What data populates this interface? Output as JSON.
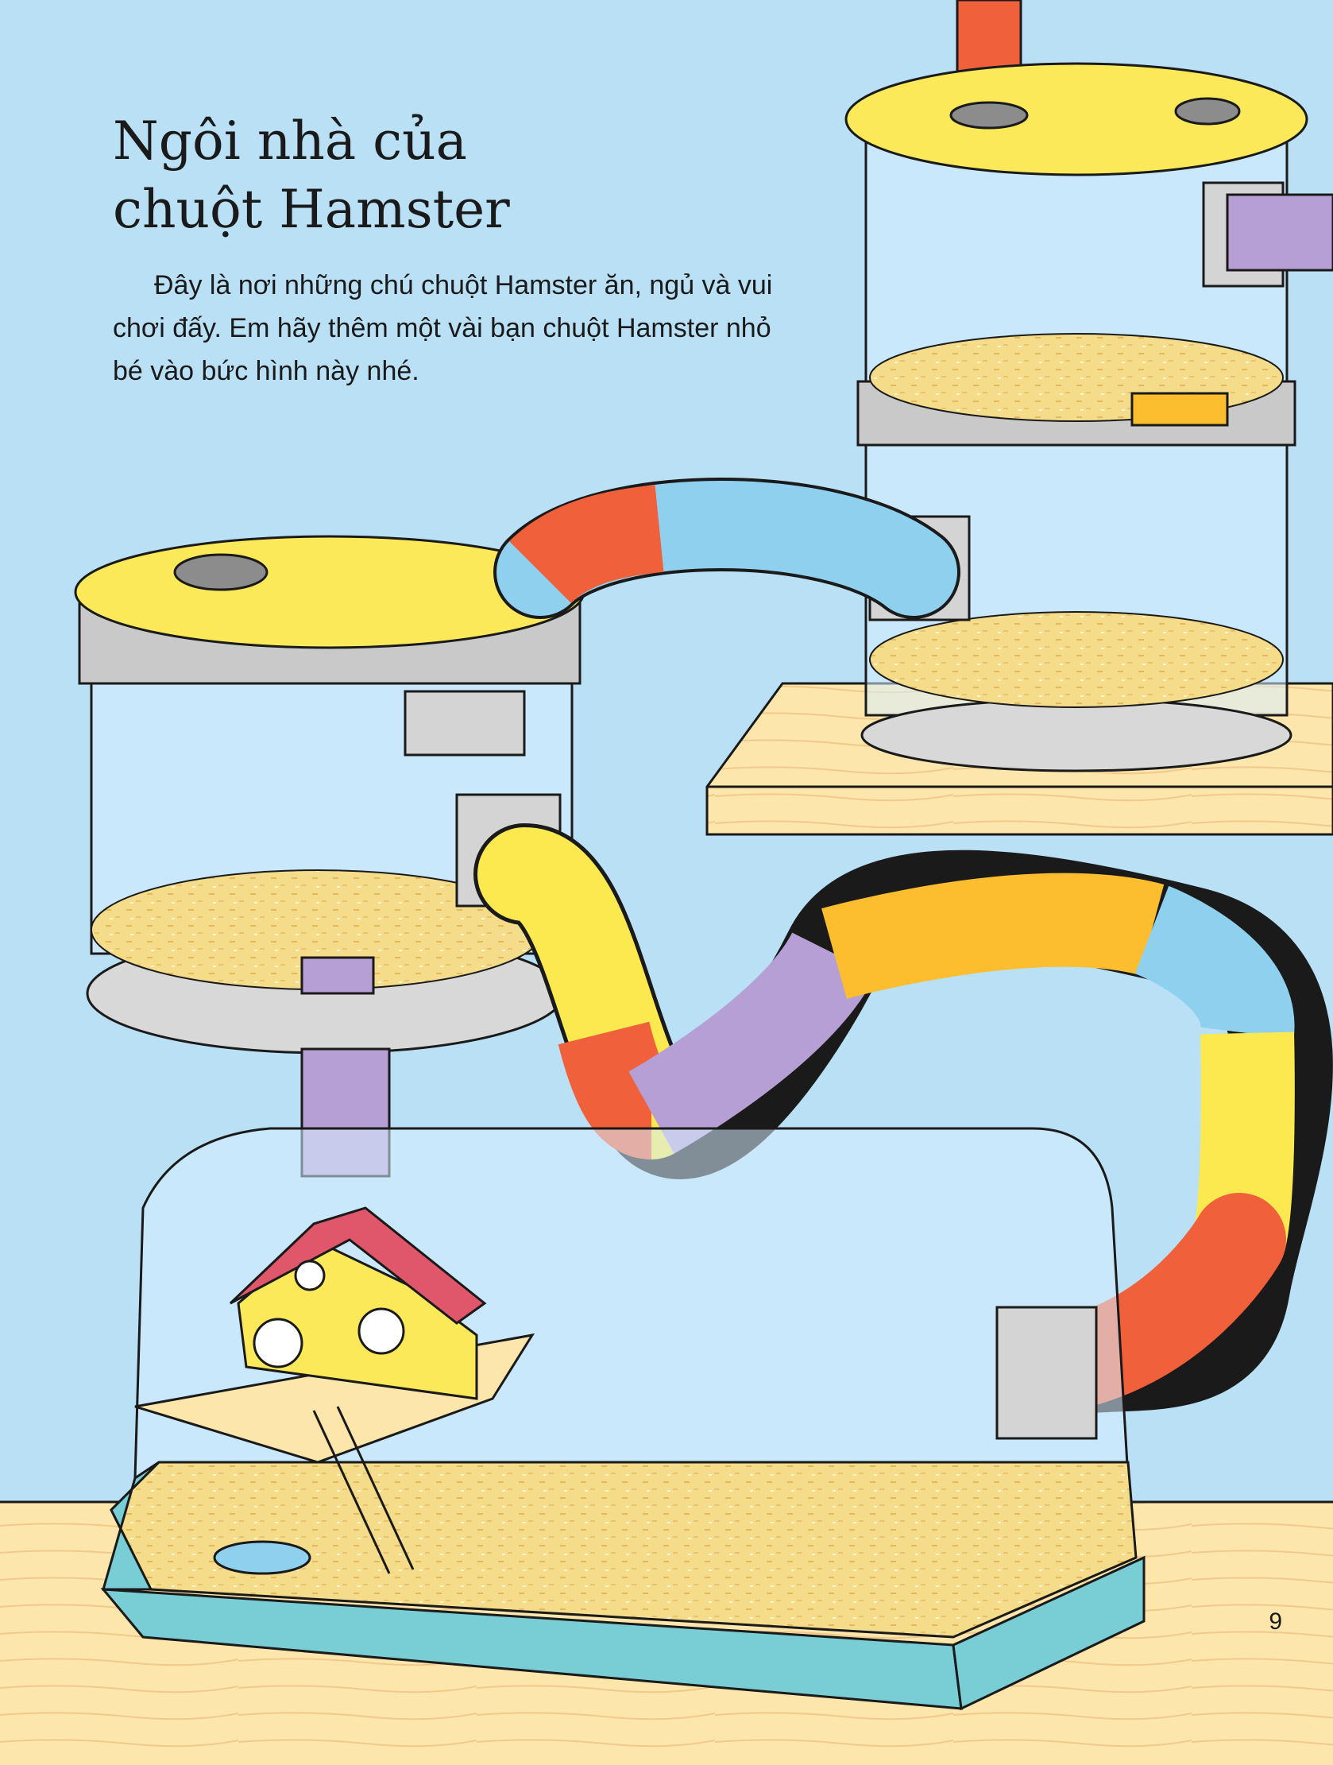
{
  "page": {
    "title_line1": "Ngôi nhà của",
    "title_line2": "chuột Hamster",
    "body": "Đây là nơi những chú chuột Hamster ăn, ngủ và vui chơi đấy. Em hãy thêm một vài bạn chuột Hamster nhỏ bé vào bức hình này nhé.",
    "page_number": "9"
  },
  "colors": {
    "sky": "#b9e0f5",
    "floor": "#fde6ab",
    "lid": "#fbe95a",
    "bedding": "#f4dc8a",
    "tray": "#79cdd4",
    "tube_red": "#f0603a",
    "tube_blue": "#8fd0ef",
    "tube_yellow": "#fbe94f",
    "tube_purple": "#b69fd4",
    "tube_orange": "#fcbd2f",
    "roof": "#e0566a"
  }
}
